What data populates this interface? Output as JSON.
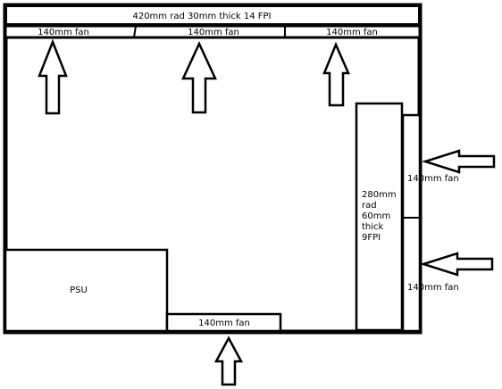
{
  "labels": {
    "radiator_top": "420mm rad 30mm thick 14 FPI",
    "fan_top_1": "140mm fan",
    "fan_top_2": "140mm fan",
    "fan_top_3": "140mm fan",
    "radiator_front": [
      "280mm",
      "rad",
      "60mm",
      "thick",
      "9FPI"
    ],
    "fan_front_1": "140mm fan",
    "fan_front_2": "140mm fan",
    "psu": "PSU",
    "fan_bottom": "140mm fan"
  },
  "colors": {
    "stroke": "#000000",
    "fill": "#ffffff"
  },
  "icons": {
    "airflow": "block-arrow"
  }
}
